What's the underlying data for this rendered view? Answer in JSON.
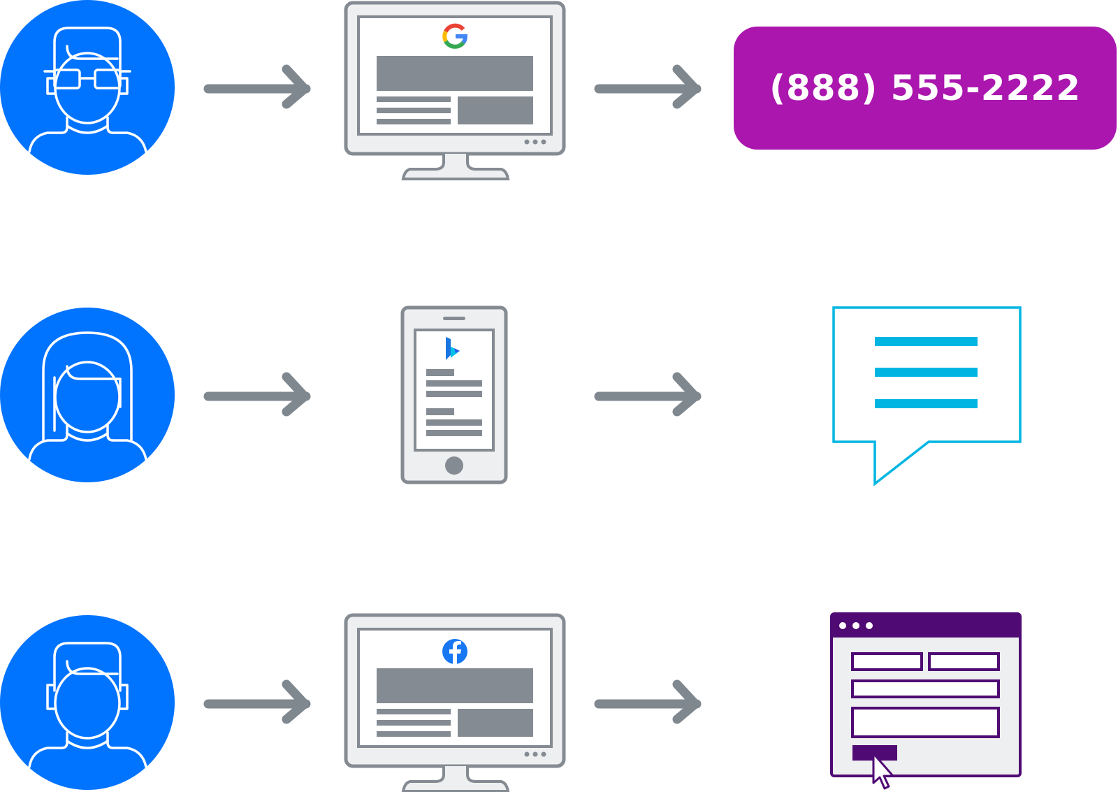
{
  "colors": {
    "person_blue": "#0073ff",
    "arrow_gray": "#7f878f",
    "device_outline": "#858b92",
    "device_fill": "#eeeff0",
    "call_purple": "#aa16ae",
    "chat_cyan": "#00b5e2",
    "form_purple": "#4f0a73"
  },
  "rows": [
    {
      "person": "user-glasses-icon",
      "channel": "desktop-monitor",
      "search_engine": "google-logo-icon",
      "outcome": "phone-call",
      "outcome_text": "(888) 555-2222"
    },
    {
      "person": "user-female-icon",
      "channel": "mobile-phone",
      "search_engine": "bing-logo-icon",
      "outcome": "chat-message"
    },
    {
      "person": "user-male-icon",
      "channel": "desktop-monitor",
      "search_engine": "facebook-logo-icon",
      "outcome": "web-form-submission"
    }
  ]
}
